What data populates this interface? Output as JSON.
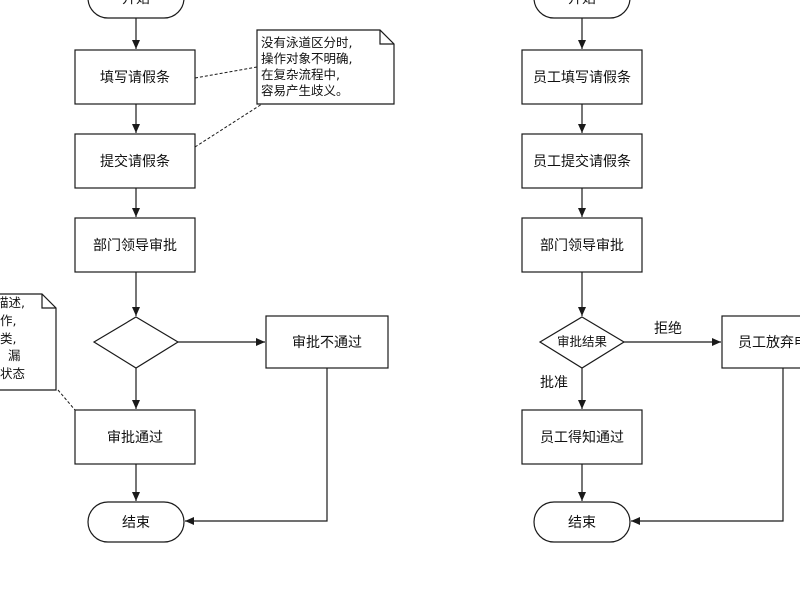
{
  "left_flow": {
    "start": "开始",
    "step1": "填写请假条",
    "step2": "提交请假条",
    "step3": "部门领导审批",
    "decision": "",
    "reject": "审批不通过",
    "approve": "审批通过",
    "end": "结束"
  },
  "left_note_top": {
    "line1": "没有泳道区分时,",
    "line2": "操作对象不明确,",
    "line3": "在复杂流程中,",
    "line4": "容易产生歧义。"
  },
  "left_note_bottom": {
    "line1": "描述,",
    "line2": "作,",
    "line3": "类,",
    "line4": "漏",
    "line5": "状态"
  },
  "right_flow": {
    "start": "开始",
    "step1": "员工填写请假条",
    "step2": "员工提交请假条",
    "step3": "部门领导审批",
    "decision": "审批结果",
    "reject_label": "拒绝",
    "approve_label": "批准",
    "reject": "员工放弃申",
    "approve": "员工得知通过",
    "end": "结束"
  }
}
